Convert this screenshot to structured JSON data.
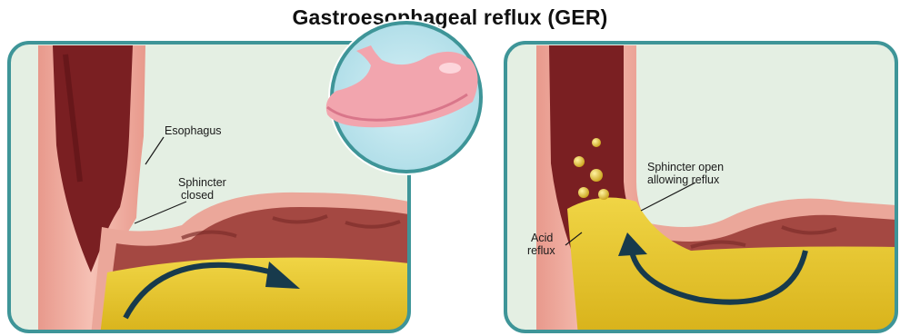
{
  "title": "Gastroesophageal reflux (GER)",
  "left_panel": {
    "labels": {
      "esophagus": "Esophagus",
      "sphincter_line1": "Sphincter",
      "sphincter_line2": "closed"
    }
  },
  "right_panel": {
    "labels": {
      "sphincter_open_line1": "Sphincter open",
      "sphincter_open_line2": "allowing reflux",
      "acid_line1": "Acid",
      "acid_line2": "reflux"
    }
  },
  "colors": {
    "panel_border": "#3e9598",
    "panel_bg": "#e4efe3",
    "tissue_outer": "#eba79a",
    "tissue_inner": "#7a1f22",
    "stomach_inner": "#a44842",
    "acid": "#e6c52a",
    "arrow": "#173a4c",
    "inset_bg": "#bfe6ef",
    "inset_stomach": "#f2a5ae"
  },
  "icons": [
    "curved-arrow-icon",
    "stomach-icon",
    "acid-droplet-icon"
  ]
}
